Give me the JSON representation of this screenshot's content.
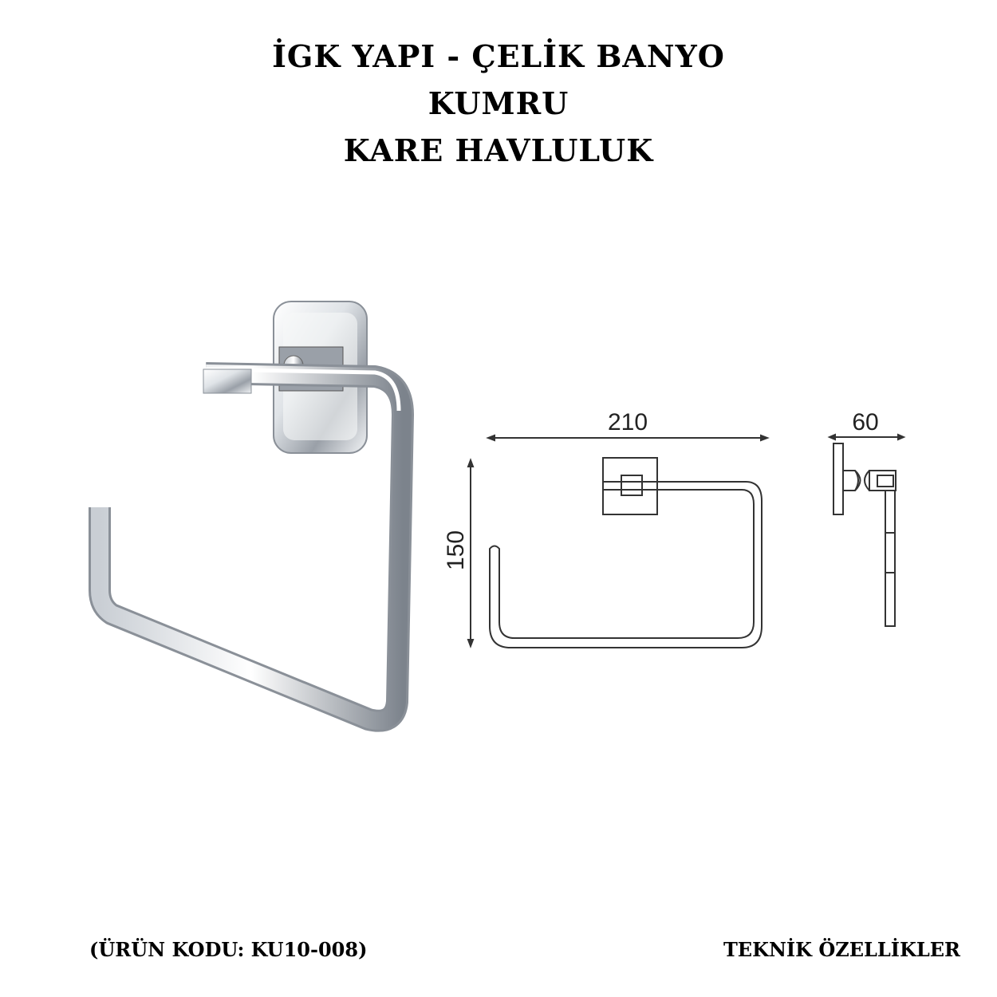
{
  "header": {
    "line1": "İGK YAPI - ÇELİK BANYO",
    "line2": "KUMRU",
    "line3": "KARE HAVLULUK"
  },
  "drawing": {
    "width_label": "210",
    "height_label": "150",
    "depth_label": "60"
  },
  "footer": {
    "product_code": "(ÜRÜN KODU: KU10-008)",
    "specs_label": "TEKNİK ÖZELLİKLER"
  },
  "colors": {
    "text": "#000000",
    "line": "#333333",
    "chrome_light": "#f4f6f8",
    "chrome_dark": "#8a9098"
  }
}
